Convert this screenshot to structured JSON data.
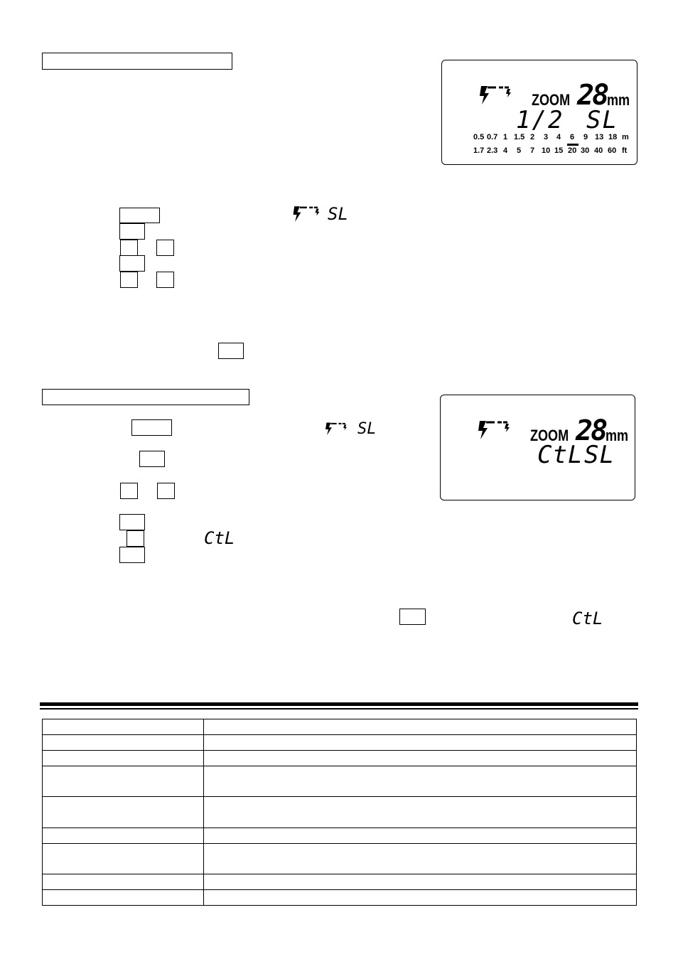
{
  "display1": {
    "zoom_label": "ZOOM",
    "zoom_value": "28",
    "zoom_unit": "mm",
    "power_ratio": "1/2",
    "mode": "SL",
    "meters": [
      "0.5",
      "0.7",
      "1",
      "1.5",
      "2",
      "3",
      "4",
      "6",
      "9",
      "13",
      "18",
      "m"
    ],
    "feet": [
      "1.7",
      "2.3",
      "4",
      "5",
      "7",
      "10",
      "15",
      "20",
      "30",
      "40",
      "60",
      "ft"
    ]
  },
  "display2": {
    "zoom_label": "ZOOM",
    "zoom_value": "28",
    "zoom_unit": "mm",
    "ttl_label": "CtL",
    "mode": "SL"
  },
  "inline": {
    "slave_mode_1": "SL",
    "slave_mode_2": "SL",
    "ttl_1": "CtL",
    "ttl_2": "CtL"
  },
  "icons": {
    "slave_flash": "slave-flash-icon"
  },
  "spec_table": {
    "rows": [
      {
        "label": "",
        "value": ""
      },
      {
        "label": "",
        "value": ""
      },
      {
        "label": "",
        "value": ""
      },
      {
        "label": "",
        "value": ""
      },
      {
        "label": "",
        "value": ""
      },
      {
        "label": "",
        "value": ""
      },
      {
        "label": "",
        "value": ""
      },
      {
        "label": "",
        "value": ""
      },
      {
        "label": "",
        "value": ""
      }
    ]
  }
}
